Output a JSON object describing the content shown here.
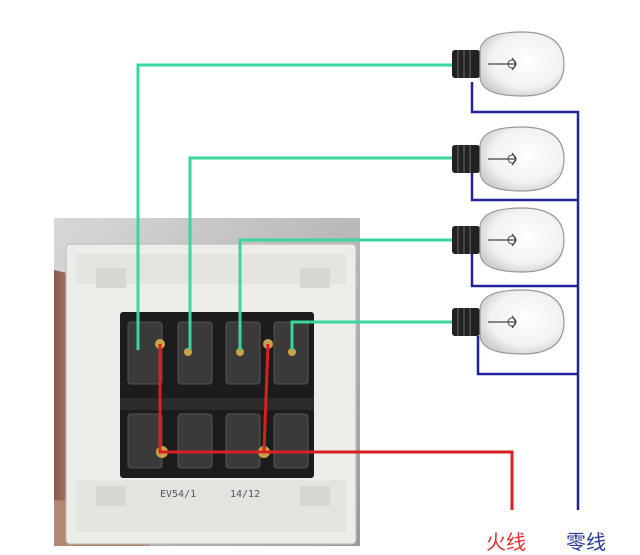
{
  "labels": {
    "live_wire": "火线",
    "neutral_wire": "零线"
  },
  "switch_plate": {
    "model_left": "EV54/1",
    "model_right": "14/12"
  },
  "colors": {
    "switch_wire": "#3ad79a",
    "neutral_wire": "#22229a",
    "live_wire": "#d82020"
  },
  "bulbs": [
    {
      "id": "bulb-1"
    },
    {
      "id": "bulb-2"
    },
    {
      "id": "bulb-3"
    },
    {
      "id": "bulb-4"
    }
  ]
}
